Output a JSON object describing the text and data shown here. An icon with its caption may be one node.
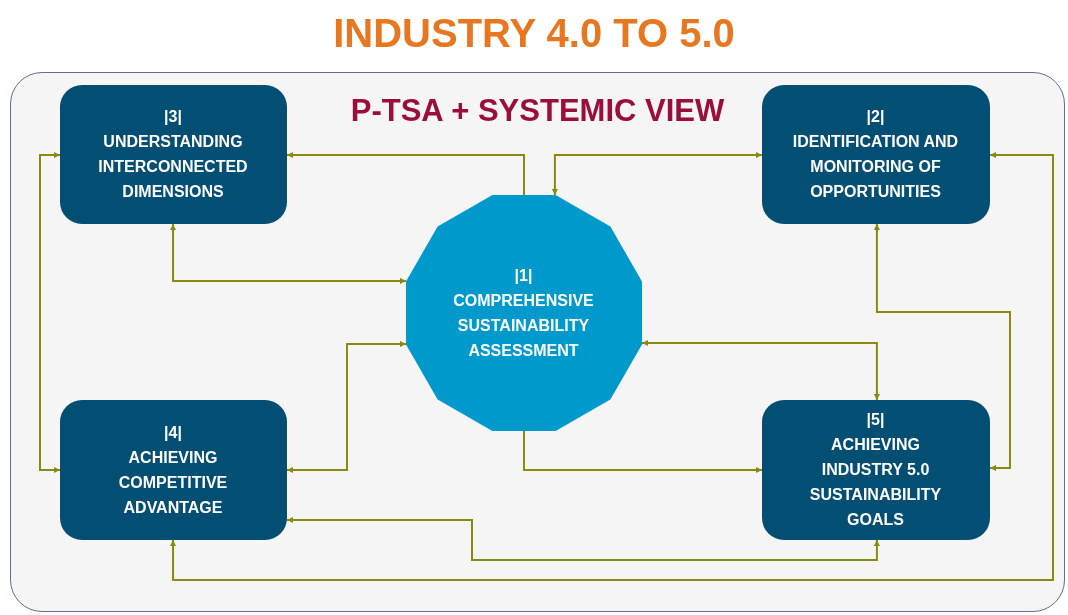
{
  "diagram": {
    "title": "INDUSTRY 4.0 TO 5.0",
    "nodes": [
      {
        "text": [
          "P-TSA + SYSTEMIC VIEW"
        ]
      },
      {
        "text": [
          "|3|",
          "UNDERSTANDING INTERCONNECTED DIMENSIONS"
        ],
        "in": 0
      },
      {
        "text": [
          "|2|",
          "IDENTIFICATION AND MONITORING OF OPPORTUNITIES"
        ],
        "in": 0
      },
      {
        "text": [
          "|1|",
          "COMPREHENSIVE SUSTAINABILITY ASSESSMENT"
        ],
        "in": 0
      },
      {
        "text": [
          "|4|",
          "ACHIEVING COMPETITIVE ADVANTAGE"
        ],
        "in": 0
      },
      {
        "text": [
          "|5|",
          "ACHIEVING INDUSTRY 5.0 SUSTAINABILITY GOALS"
        ],
        "in": 0
      }
    ],
    "edges": [
      {
        "from": 3,
        "to": 1,
        "arrow": "to"
      },
      {
        "from": 3,
        "to": 2,
        "arrow": "both"
      },
      {
        "from": 3,
        "to": 1,
        "arrow": "both"
      },
      {
        "from": 3,
        "to": 4,
        "arrow": "both"
      },
      {
        "from": 1,
        "to": 4,
        "arrow": "both"
      },
      {
        "from": 3,
        "to": 5,
        "arrow": "both"
      },
      {
        "from": 3,
        "to": 5,
        "arrow": "to"
      },
      {
        "from": 2,
        "to": 5,
        "arrow": "both"
      },
      {
        "from": 2,
        "to": 4,
        "arrow": "both"
      },
      {
        "from": 4,
        "to": 5,
        "arrow": "both"
      }
    ]
  }
}
